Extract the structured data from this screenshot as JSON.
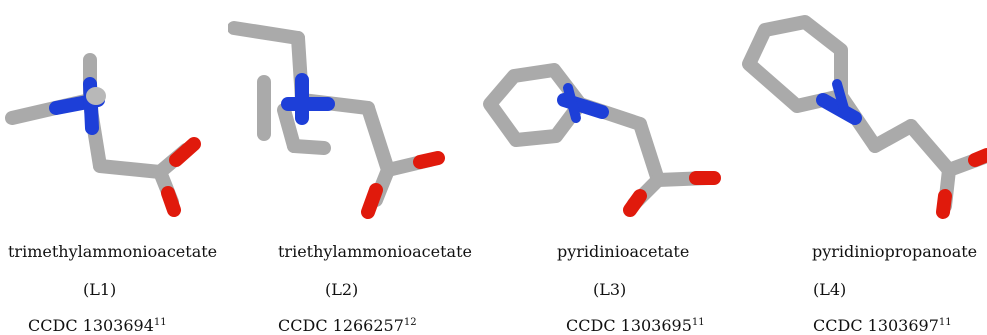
{
  "molecules": [
    {
      "name": "trimethylammonioacetate",
      "code": "(L1)",
      "ccdc": "CCDC 1303694",
      "ref": "11"
    },
    {
      "name": "triethylammonioacetate",
      "code": "(L2)",
      "ccdc": "CCDC 1266257",
      "ref": "12"
    },
    {
      "name": "pyridinioacetate",
      "code": "(L3)",
      "ccdc": "CCDC 1303695",
      "ref": "11"
    },
    {
      "name": "pyridiniopropanoate",
      "code": "(L4)",
      "ccdc": "CCDC 1303697",
      "ref": "11"
    }
  ],
  "colors": {
    "carbon": "#a9a9a9",
    "nitrogen": "#1d3fd8",
    "oxygen": "#e01a0c"
  }
}
